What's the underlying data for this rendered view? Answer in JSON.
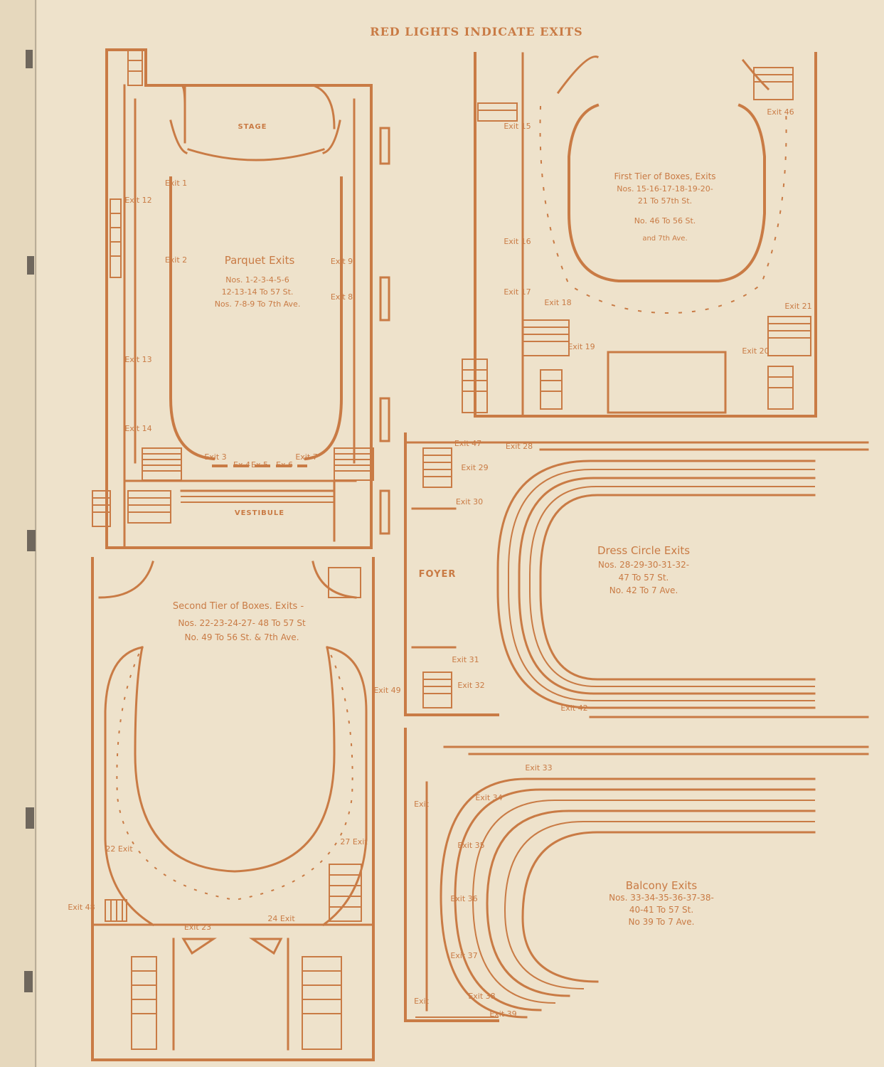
{
  "header": "RED LIGHTS INDICATE EXITS",
  "plans": {
    "parquet": {
      "title": "Parquet Exits",
      "lines": [
        "Nos. 1-2-3-4-5-6",
        "12-13-14 To 57 St.",
        "Nos. 7-8-9 To 7th Ave."
      ],
      "stage": "STAGE",
      "vestibule": "VESTIBULE",
      "exits": {
        "e1": "Exit 1",
        "e2": "Exit 2",
        "e12": "Exit 12",
        "e13": "Exit 13",
        "e14": "Exit 14",
        "e9": "Exit 9",
        "e8": "Exit 8",
        "e3": "Exit 3",
        "e4": "Ex 4",
        "e5": "Ex 5",
        "e6": "Ex 6",
        "e7": "Exit 7"
      }
    },
    "first_tier": {
      "title": "First Tier of Boxes, Exits",
      "lines": [
        "Nos. 15-16-17-18-19-20-",
        "21 To 57th St.",
        "No. 46 To 56 St.",
        "and 7th Ave."
      ],
      "exits": {
        "e15": "Exit 15",
        "e16": "Exit 16",
        "e17": "Exit 17",
        "e18": "Exit 18",
        "e19": "Exit 19",
        "e20": "Exit 20",
        "e21": "Exit 21",
        "e46": "Exit 46"
      }
    },
    "second_tier": {
      "title": "Second Tier of Boxes. Exits -",
      "lines": [
        "Nos. 22-23-24-27- 48 To 57 St",
        "No. 49 To 56 St. & 7th Ave."
      ],
      "exits": {
        "e22": "22 Exit",
        "e23": "Exit 23",
        "e24": "24 Exit",
        "e27": "27 Exit",
        "e48": "Exit 48",
        "e49": "Exit 49"
      }
    },
    "dress_circle": {
      "title": "Dress Circle Exits",
      "lines": [
        "Nos. 28-29-30-31-32-",
        "47 To 57 St.",
        "No. 42 To 7 Ave."
      ],
      "foyer": "FOYER",
      "exits": {
        "e47": "Exit 47",
        "e28": "Exit 28",
        "e29": "Exit 29",
        "e30": "Exit 30",
        "e31": "Exit 31",
        "e32": "Exit 32",
        "e42": "Exit 42"
      }
    },
    "balcony": {
      "title": "Balcony Exits",
      "lines": [
        "Nos. 33-34-35-36-37-38-",
        "40-41 To 57 St.",
        "No 39 To 7 Ave."
      ],
      "exits": {
        "e33": "Exit 33",
        "e34": "Exit 34",
        "e35": "Exit 35",
        "e36": "Exit 36",
        "e37": "Exit 37",
        "e38": "Exit 38",
        "e39": "Exit 39",
        "e40": "Exit",
        "e41": "Exit"
      }
    }
  },
  "colors": {
    "ink": "#c97b45",
    "paper": "#eee2cb",
    "binding": "#8a8176"
  }
}
